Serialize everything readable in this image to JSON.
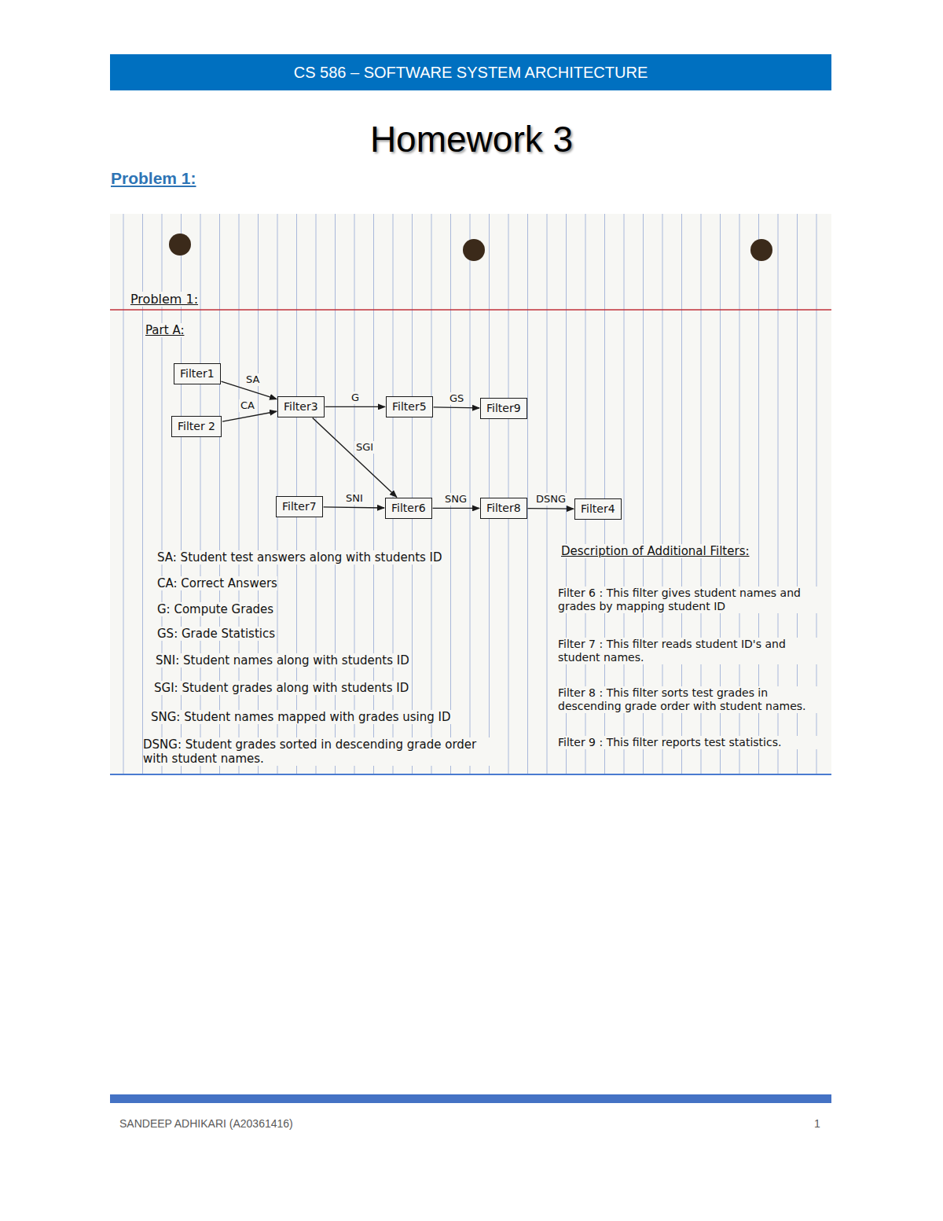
{
  "diagram": {
    "title": "Homework 3",
    "nodes": [
      {
        "text": [
          "Filter1"
        ]
      },
      {
        "text": [
          "Filter 2"
        ]
      },
      {
        "text": [
          "Filter3"
        ]
      },
      {
        "text": [
          "Filter5"
        ]
      },
      {
        "text": [
          "Filter9"
        ]
      },
      {
        "text": [
          "Filter7"
        ]
      },
      {
        "text": [
          "Filter6"
        ]
      },
      {
        "text": [
          "Filter8"
        ]
      },
      {
        "text": [
          "Filter4"
        ]
      }
    ],
    "edges": [
      {
        "from": 0,
        "to": 2,
        "label": "SA",
        "arrow": "to"
      },
      {
        "from": 1,
        "to": 2,
        "label": "CA",
        "arrow": "to"
      },
      {
        "from": 2,
        "to": 3,
        "label": "G",
        "arrow": "to"
      },
      {
        "from": 3,
        "to": 4,
        "label": "GS",
        "arrow": "to"
      },
      {
        "from": 2,
        "to": 6,
        "label": "SGI",
        "arrow": "to"
      },
      {
        "from": 5,
        "to": 6,
        "label": "SNI",
        "arrow": "to"
      },
      {
        "from": 6,
        "to": 7,
        "label": "SNG",
        "arrow": "to"
      },
      {
        "from": 7,
        "to": 8,
        "label": "DSNG",
        "arrow": "to"
      }
    ],
    "labels": [
      "CS 586 – SOFTWARE SYSTEM ARCHITECTURE",
      "Problem 1:",
      "Problem 1:",
      "Part A:",
      "SA: Student test answers along with students ID",
      "CA: Correct Answers",
      "G: Compute Grades",
      "GS: Grade Statistics",
      "SNI: Student names along with students ID",
      "SGI: Student grades along with students ID",
      "SNG: Student names mapped with grades using ID",
      "DSNG: Student grades sorted in descending grade order with student names.",
      "Description of Additional Filters:",
      "Filter 6 : This filter gives student names and grades by mapping student ID",
      "Filter 7 : This filter reads student ID's and student names.",
      "Filter 8 : This filter sorts test grades in descending grade order with student names.",
      "Filter 9 : This filter reports test statistics.",
      "SANDEEP ADHIKARI (A20361416)",
      "1"
    ]
  }
}
